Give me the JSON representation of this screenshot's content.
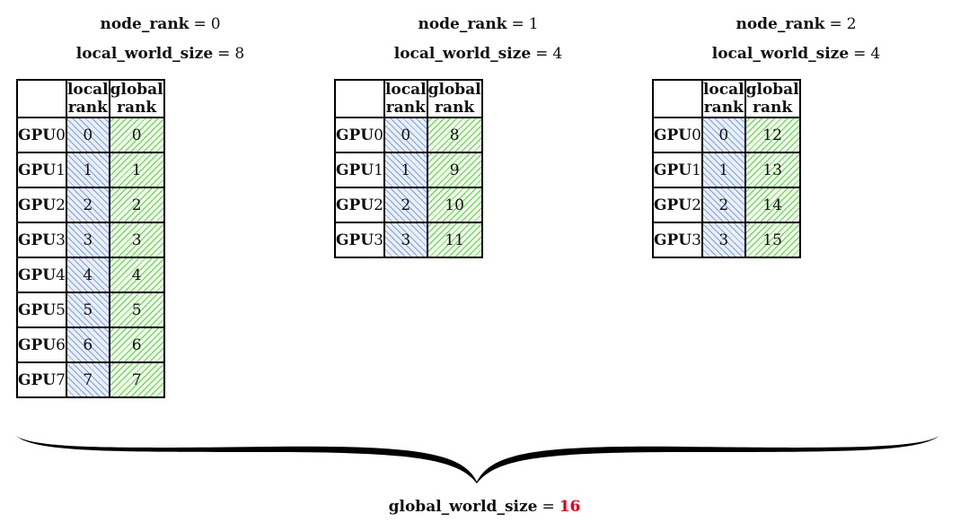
{
  "nodes": [
    {
      "node_rank_label": "node_rank",
      "node_rank": "0",
      "local_world_size_label": "local_world_size",
      "local_world_size": "8",
      "columns": [
        "local rank",
        "global rank"
      ],
      "rows": [
        {
          "gpu_label": "GPU",
          "gpu_index": "0",
          "local_rank": "0",
          "global_rank": "0"
        },
        {
          "gpu_label": "GPU",
          "gpu_index": "1",
          "local_rank": "1",
          "global_rank": "1"
        },
        {
          "gpu_label": "GPU",
          "gpu_index": "2",
          "local_rank": "2",
          "global_rank": "2"
        },
        {
          "gpu_label": "GPU",
          "gpu_index": "3",
          "local_rank": "3",
          "global_rank": "3"
        },
        {
          "gpu_label": "GPU",
          "gpu_index": "4",
          "local_rank": "4",
          "global_rank": "4"
        },
        {
          "gpu_label": "GPU",
          "gpu_index": "5",
          "local_rank": "5",
          "global_rank": "5"
        },
        {
          "gpu_label": "GPU",
          "gpu_index": "6",
          "local_rank": "6",
          "global_rank": "6"
        },
        {
          "gpu_label": "GPU",
          "gpu_index": "7",
          "local_rank": "7",
          "global_rank": "7"
        }
      ]
    },
    {
      "node_rank_label": "node_rank",
      "node_rank": "1",
      "local_world_size_label": "local_world_size",
      "local_world_size": "4",
      "columns": [
        "local rank",
        "global rank"
      ],
      "rows": [
        {
          "gpu_label": "GPU",
          "gpu_index": "0",
          "local_rank": "0",
          "global_rank": "8"
        },
        {
          "gpu_label": "GPU",
          "gpu_index": "1",
          "local_rank": "1",
          "global_rank": "9"
        },
        {
          "gpu_label": "GPU",
          "gpu_index": "2",
          "local_rank": "2",
          "global_rank": "10"
        },
        {
          "gpu_label": "GPU",
          "gpu_index": "3",
          "local_rank": "3",
          "global_rank": "11"
        }
      ]
    },
    {
      "node_rank_label": "node_rank",
      "node_rank": "2",
      "local_world_size_label": "local_world_size",
      "local_world_size": "4",
      "columns": [
        "local rank",
        "global rank"
      ],
      "rows": [
        {
          "gpu_label": "GPU",
          "gpu_index": "0",
          "local_rank": "0",
          "global_rank": "12"
        },
        {
          "gpu_label": "GPU",
          "gpu_index": "1",
          "local_rank": "1",
          "global_rank": "13"
        },
        {
          "gpu_label": "GPU",
          "gpu_index": "2",
          "local_rank": "2",
          "global_rank": "14"
        },
        {
          "gpu_label": "GPU",
          "gpu_index": "3",
          "local_rank": "3",
          "global_rank": "15"
        }
      ]
    }
  ],
  "summary": {
    "label": "global_world_size",
    "equals": "=",
    "value": "16",
    "value_color": "#e0001a"
  },
  "colors": {
    "local_hatch": "#5a82d2",
    "global_hatch": "#46c832"
  }
}
